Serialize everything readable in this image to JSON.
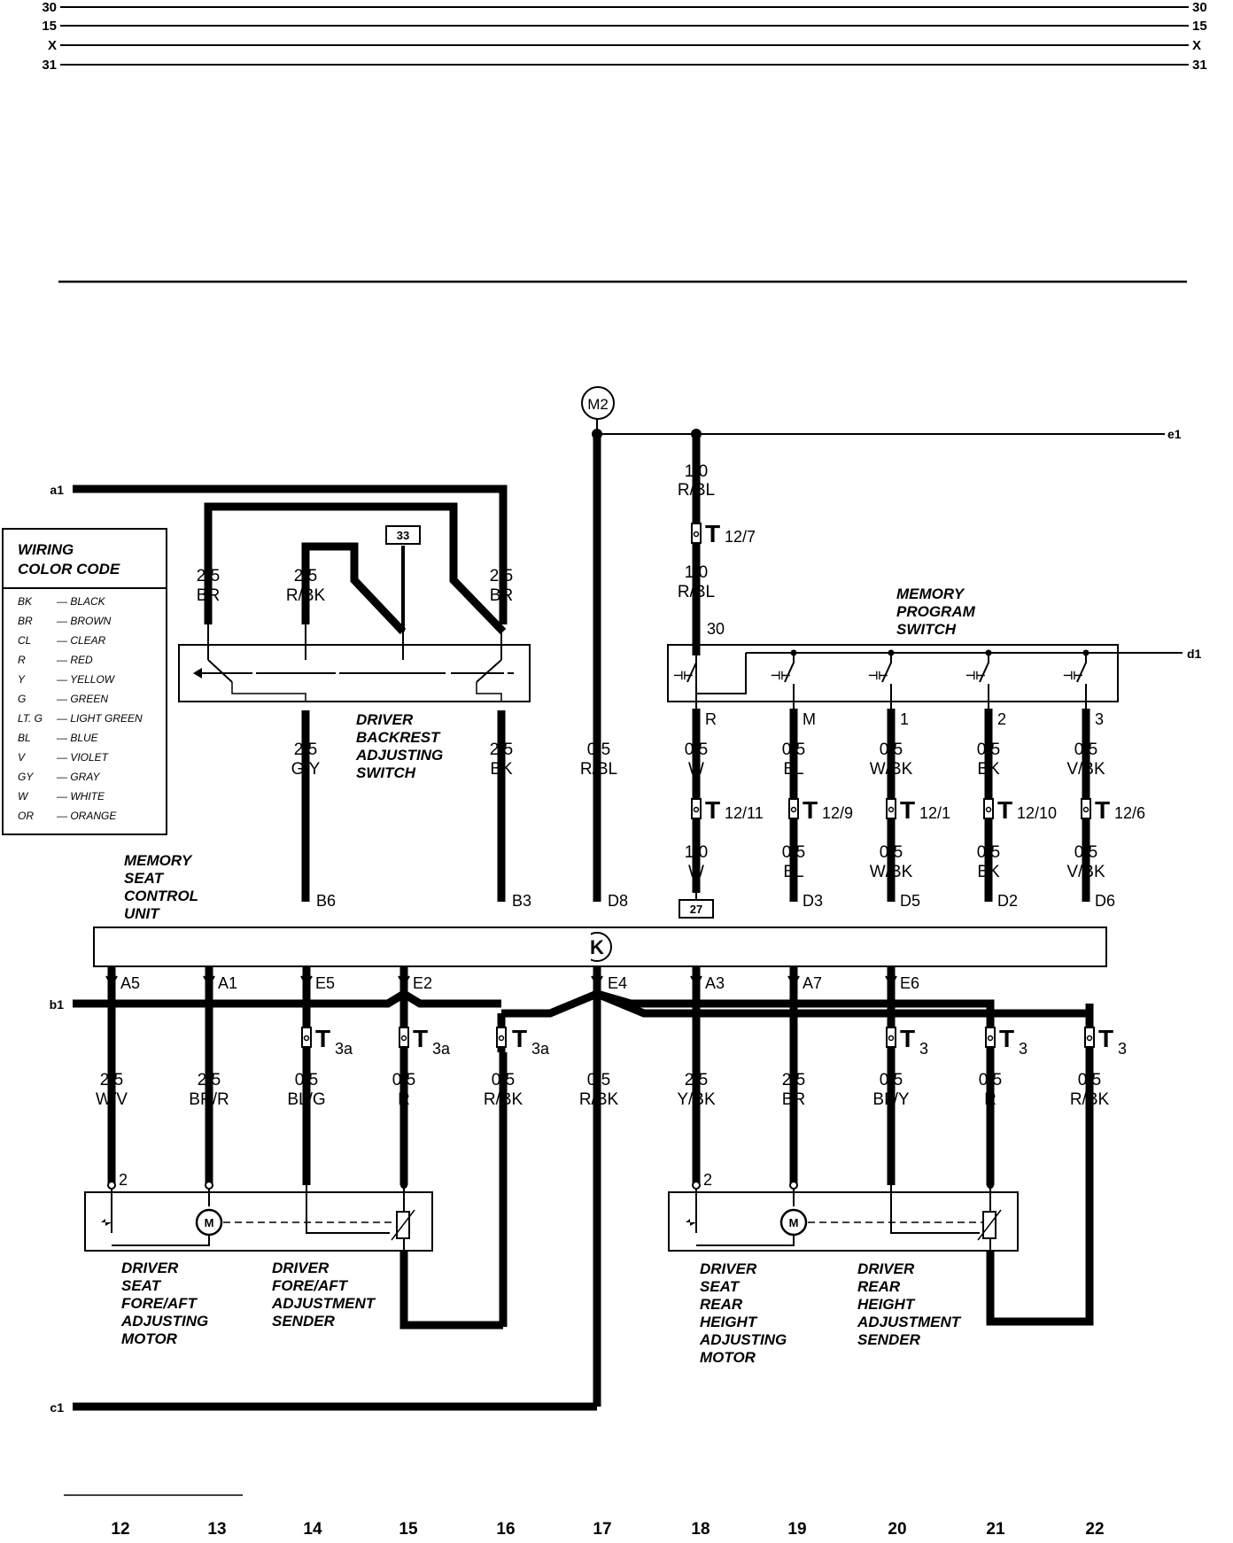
{
  "bus_lines": [
    "30",
    "15",
    "X",
    "31"
  ],
  "ground_refs": {
    "a1": "a1",
    "b1": "b1",
    "c1": "c1",
    "d1": "d1",
    "e1": "e1",
    "m2": "M2",
    "k": "K"
  },
  "color_code": {
    "title_1": "WIRING",
    "title_2": "COLOR CODE",
    "entries": [
      {
        "code": "BK",
        "name": "— BLACK"
      },
      {
        "code": "BR",
        "name": "— BROWN"
      },
      {
        "code": "CL",
        "name": "— CLEAR"
      },
      {
        "code": "R",
        "name": "— RED"
      },
      {
        "code": "Y",
        "name": "— YELLOW"
      },
      {
        "code": "G",
        "name": "— GREEN"
      },
      {
        "code": "LT. G",
        "name": "— LIGHT GREEN"
      },
      {
        "code": "BL",
        "name": "— BLUE"
      },
      {
        "code": "V",
        "name": "— VIOLET"
      },
      {
        "code": "GY",
        "name": "— GRAY"
      },
      {
        "code": "W",
        "name": "— WHITE"
      },
      {
        "code": "OR",
        "name": "— ORANGE"
      }
    ]
  },
  "components": {
    "backrest_switch": [
      "DRIVER",
      "BACKREST",
      "ADJUSTING",
      "SWITCH"
    ],
    "memory_program_switch": [
      "MEMORY",
      "PROGRAM",
      "SWITCH"
    ],
    "memory_seat_control_unit": [
      "MEMORY",
      "SEAT",
      "CONTROL",
      "UNIT"
    ],
    "fore_aft_motor": [
      "DRIVER",
      "SEAT",
      "FORE/AFT",
      "ADJUSTING",
      "MOTOR"
    ],
    "fore_aft_sender": [
      "DRIVER",
      "FORE/AFT",
      "ADJUSTMENT",
      "SENDER"
    ],
    "rear_height_motor": [
      "DRIVER",
      "SEAT",
      "REAR",
      "HEIGHT",
      "ADJUSTING",
      "MOTOR"
    ],
    "rear_height_sender": [
      "DRIVER",
      "REAR",
      "HEIGHT",
      "ADJUSTMENT",
      "SENDER"
    ]
  },
  "refs": {
    "box_33": "33",
    "box_27": "27",
    "motor_m": "M"
  },
  "upper_wires": [
    {
      "id": "bs1",
      "size": "2.5",
      "color": "BR"
    },
    {
      "id": "bs2",
      "size": "2.5",
      "color": "R/BK"
    },
    {
      "id": "bs3",
      "size": "2.5",
      "color": "BR"
    },
    {
      "id": "gy",
      "size": "2.5",
      "color": "G/Y"
    },
    {
      "id": "bk",
      "size": "2.5",
      "color": "BK"
    },
    {
      "id": "rbl",
      "size": "0.5",
      "color": "R/BL"
    },
    {
      "id": "mp_in_a",
      "size": "1.0",
      "color": "R/BL"
    },
    {
      "id": "mp_in_b",
      "size": "1.0",
      "color": "R/BL"
    }
  ],
  "memory_switch_outputs": [
    {
      "pin": "R",
      "size_a": "0.5",
      "color_a": "W",
      "connector": "T",
      "sub": "12/11",
      "size_b": "1.0",
      "color_b": "W"
    },
    {
      "pin": "M",
      "size_a": "0.5",
      "color_a": "BL",
      "connector": "T",
      "sub": "12/9",
      "size_b": "0.5",
      "color_b": "BL",
      "cu_pin": "D3"
    },
    {
      "pin": "1",
      "size_a": "0.5",
      "color_a": "W/BK",
      "connector": "T",
      "sub": "12/1",
      "size_b": "0.5",
      "color_b": "W/BK",
      "cu_pin": "D5"
    },
    {
      "pin": "2",
      "size_a": "0.5",
      "color_a": "BK",
      "connector": "T",
      "sub": "12/10",
      "size_b": "0.5",
      "color_b": "BK",
      "cu_pin": "D2"
    },
    {
      "pin": "3",
      "size_a": "0.5",
      "color_a": "V/BK",
      "connector": "T",
      "sub": "12/6",
      "size_b": "0.5",
      "color_b": "V/BK",
      "cu_pin": "D6"
    }
  ],
  "mp_connector": {
    "connector": "T",
    "sub": "12/7",
    "pin_30": "30"
  },
  "cu_top_pins": {
    "b6": "B6",
    "b3": "B3",
    "d8": "D8"
  },
  "lower_wires": [
    {
      "pin": "A5",
      "size": "2.5",
      "color": "W/V"
    },
    {
      "pin": "A1",
      "size": "2.5",
      "color": "BR/R"
    },
    {
      "pin": "E5",
      "size": "0.5",
      "color": "BL/G",
      "connector": "T",
      "sub": "3a"
    },
    {
      "pin": "E2",
      "size": "0.5",
      "color": "R",
      "connector": "T",
      "sub": "3a"
    },
    {
      "pin": "",
      "size": "0.5",
      "color": "R/BK",
      "connector": "T",
      "sub": "3a"
    },
    {
      "pin": "E4",
      "size": "0.5",
      "color": "R/BK"
    },
    {
      "pin": "A3",
      "size": "2.5",
      "color": "Y/BK"
    },
    {
      "pin": "A7",
      "size": "2.5",
      "color": "BR"
    },
    {
      "pin": "E6",
      "size": "0.5",
      "color": "BL/Y",
      "connector": "T",
      "sub": "3"
    },
    {
      "pin": "",
      "size": "0.5",
      "color": "R",
      "connector": "T",
      "sub": "3"
    },
    {
      "pin": "",
      "size": "0.5",
      "color": "R/BK",
      "connector": "T",
      "sub": "3"
    }
  ],
  "motor_pin_2": "2",
  "columns": [
    "12",
    "13",
    "14",
    "15",
    "16",
    "17",
    "18",
    "19",
    "20",
    "21",
    "22"
  ]
}
